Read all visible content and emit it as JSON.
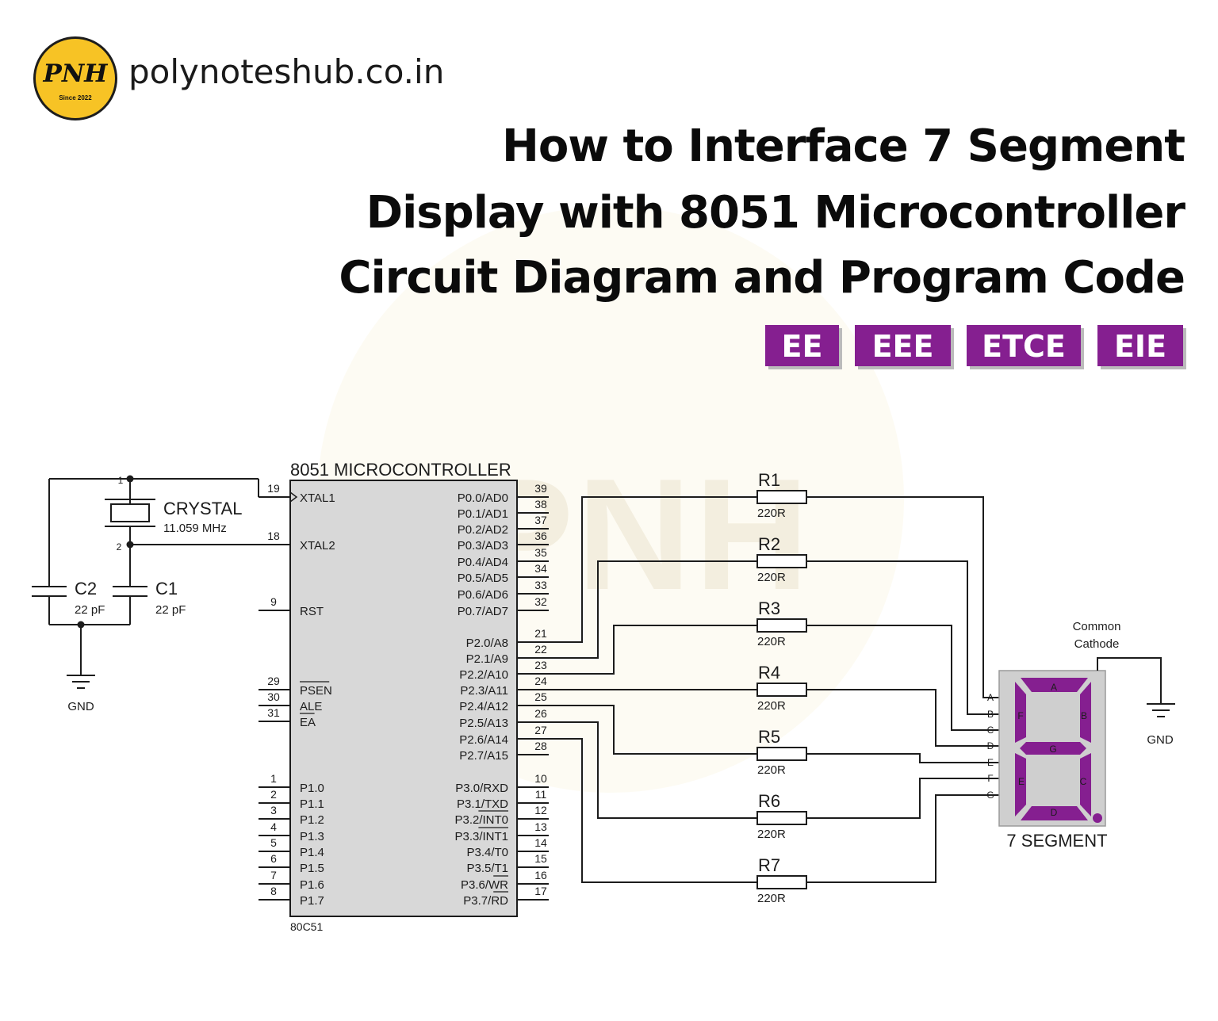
{
  "brand": {
    "logo_text": "PNH",
    "logo_since": "Since 2022",
    "site": "polynoteshub.co.in"
  },
  "title_lines": [
    "How to Interface 7 Segment",
    "Display with 8051 Microcontroller",
    "Circuit Diagram and Program Code"
  ],
  "tags": [
    "EE",
    "EEE",
    "ETCE",
    "EIE"
  ],
  "watermark": "PNH",
  "mcu": {
    "title": "8051 MICROCONTROLLER",
    "part": "80C51",
    "left_pins": [
      {
        "num": "19",
        "name": "XTAL1"
      },
      {
        "num": "18",
        "name": "XTAL2"
      },
      {
        "num": "9",
        "name": "RST"
      },
      {
        "num": "29",
        "name": "PSEN"
      },
      {
        "num": "30",
        "name": "ALE"
      },
      {
        "num": "31",
        "name": "EA"
      },
      {
        "num": "1",
        "name": "P1.0"
      },
      {
        "num": "2",
        "name": "P1.1"
      },
      {
        "num": "3",
        "name": "P1.2"
      },
      {
        "num": "4",
        "name": "P1.3"
      },
      {
        "num": "5",
        "name": "P1.4"
      },
      {
        "num": "6",
        "name": "P1.5"
      },
      {
        "num": "7",
        "name": "P1.6"
      },
      {
        "num": "8",
        "name": "P1.7"
      }
    ],
    "right_pins": [
      {
        "num": "39",
        "name": "P0.0/AD0"
      },
      {
        "num": "38",
        "name": "P0.1/AD1"
      },
      {
        "num": "37",
        "name": "P0.2/AD2"
      },
      {
        "num": "36",
        "name": "P0.3/AD3"
      },
      {
        "num": "35",
        "name": "P0.4/AD4"
      },
      {
        "num": "34",
        "name": "P0.5/AD5"
      },
      {
        "num": "33",
        "name": "P0.6/AD6"
      },
      {
        "num": "32",
        "name": "P0.7/AD7"
      },
      {
        "num": "21",
        "name": "P2.0/A8"
      },
      {
        "num": "22",
        "name": "P2.1/A9"
      },
      {
        "num": "23",
        "name": "P2.2/A10"
      },
      {
        "num": "24",
        "name": "P2.3/A11"
      },
      {
        "num": "25",
        "name": "P2.4/A12"
      },
      {
        "num": "26",
        "name": "P2.5/A13"
      },
      {
        "num": "27",
        "name": "P2.6/A14"
      },
      {
        "num": "28",
        "name": "P2.7/A15"
      },
      {
        "num": "10",
        "name": "P3.0/RXD"
      },
      {
        "num": "11",
        "name": "P3.1/TXD"
      },
      {
        "num": "12",
        "name": "P3.2/INT0"
      },
      {
        "num": "13",
        "name": "P3.3/INT1"
      },
      {
        "num": "14",
        "name": "P3.4/T0"
      },
      {
        "num": "15",
        "name": "P3.5/T1"
      },
      {
        "num": "16",
        "name": "P3.6/WR"
      },
      {
        "num": "17",
        "name": "P3.7/RD"
      }
    ]
  },
  "crystal": {
    "label": "CRYSTAL",
    "value": "11.059 MHz",
    "pin1": "1",
    "pin2": "2"
  },
  "capacitors": [
    {
      "name": "C2",
      "value": "22 pF"
    },
    {
      "name": "C1",
      "value": "22 pF"
    }
  ],
  "gnd_left": "GND",
  "resistors": [
    {
      "name": "R1",
      "value": "220R"
    },
    {
      "name": "R2",
      "value": "220R"
    },
    {
      "name": "R3",
      "value": "220R"
    },
    {
      "name": "R4",
      "value": "220R"
    },
    {
      "name": "R5",
      "value": "220R"
    },
    {
      "name": "R6",
      "value": "220R"
    },
    {
      "name": "R7",
      "value": "220R"
    }
  ],
  "seven_segment": {
    "label": "7 SEGMENT",
    "pins": [
      "A",
      "B",
      "C",
      "D",
      "E",
      "F",
      "G"
    ],
    "segments": [
      "A",
      "B",
      "C",
      "D",
      "E",
      "F",
      "G"
    ],
    "common": [
      "Common",
      "Cathode"
    ],
    "gnd": "GND",
    "segment_color": "#851f90",
    "body_color": "#cfcfcf"
  },
  "colors": {
    "tag_bg": "#851f90",
    "logo_bg": "#f7c325",
    "mcu_body": "#d8d8d8"
  }
}
